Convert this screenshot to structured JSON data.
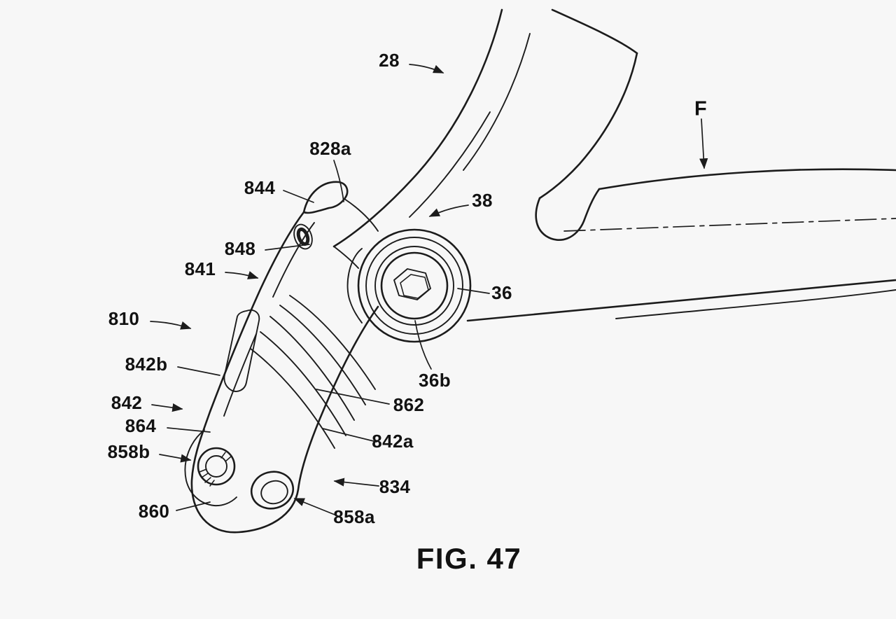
{
  "figure": {
    "caption": "FIG. 47",
    "type": "patent-line-drawing",
    "subject": "bicycle frame chain-stay and derailleur hanger assembly",
    "colors": {
      "background": "#f7f7f7",
      "line": "#1c1c1c",
      "text": "#121212"
    }
  },
  "labels": [
    {
      "ref": "28"
    },
    {
      "ref": "F"
    },
    {
      "ref": "828a"
    },
    {
      "ref": "844"
    },
    {
      "ref": "38"
    },
    {
      "ref": "848"
    },
    {
      "ref": "841"
    },
    {
      "ref": "36"
    },
    {
      "ref": "810"
    },
    {
      "ref": "36b"
    },
    {
      "ref": "842b"
    },
    {
      "ref": "862"
    },
    {
      "ref": "842"
    },
    {
      "ref": "864"
    },
    {
      "ref": "842a"
    },
    {
      "ref": "858b"
    },
    {
      "ref": "834"
    },
    {
      "ref": "860"
    },
    {
      "ref": "858a"
    }
  ]
}
